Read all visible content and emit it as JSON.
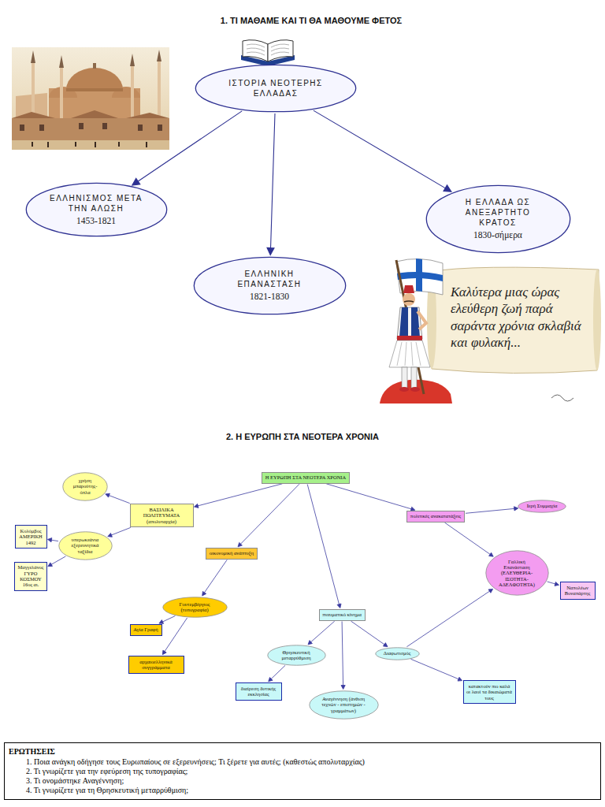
{
  "diagram": {
    "nodes": [
      {
        "text": [
          "ΙΣΤΟΡΙΑ ΝΕΟΤΕΡΗΣ ΕΛΛΑΔΑΣ"
        ]
      },
      {
        "text": [
          "ΕΛΛΗΝΙΣΜΟΣ ΜΕΤΑ ΤΗΝ ΑΛΩΣΗ",
          "1453-1821"
        ]
      },
      {
        "text": [
          "Η ΕΛΛΑΔΑ ΩΣ ΑΝΕΞΑΡΤΗΤΟ ΚΡΑΤΟΣ",
          "1830-σήμερα"
        ]
      },
      {
        "text": [
          "ΕΛΛΗΝΙΚΗ ΕΠΑΝΑΣΤΑΣΗ",
          "1821-1830"
        ]
      },
      {
        "text": [
          "Η ΕΥΡΩΠΗ ΣΤΑ ΝΕΟΤΕΡΑ ΧΡΟΝΙΑ"
        ]
      },
      {
        "text": [
          "χρήση μπαρούτης-όπλα"
        ]
      },
      {
        "text": [
          "ΒΑΣΙΛΙΚΑ ΠΟΛΙΤΕΥΜΑΤΑ (απολυταρχία)"
        ]
      },
      {
        "text": [
          "πολιτικές ανακατατάξεις"
        ]
      },
      {
        "text": [
          "Ιερή Συμμαχία"
        ]
      },
      {
        "text": [
          "Κολόμβος ΑΜΕΡΙΚΗ 1492"
        ]
      },
      {
        "text": [
          "υπερωκεάνια εξερευνητικά ταξίδια"
        ]
      },
      {
        "text": [
          "οικονομική ανάπτυξη"
        ]
      },
      {
        "text": [
          "Γαλλική Επανάσταση (ΕΛΕΥΘΕΡΙΑ-ΙΣΟΤΗΤΑ-ΑΔΕΛΦΟΤΗΤΑ)"
        ]
      },
      {
        "text": [
          "Μαγγελάνος ΓΥΡΟ ΚΟΣΜΟΥ 16ος αι."
        ]
      },
      {
        "text": [
          "Ναπολέων Βοναπάρτης"
        ]
      },
      {
        "text": [
          "Γουτεμβέργιος (τυπογραφία)"
        ]
      },
      {
        "text": [
          "πνευματικό κίνημα"
        ]
      },
      {
        "text": [
          "Αγία Γραφή"
        ]
      },
      {
        "text": [
          "Θρησκευτική μεταρρύθμιση"
        ]
      },
      {
        "text": [
          "Διαφωτισμός"
        ]
      },
      {
        "text": [
          "αρχαιοελληνικά συγγράμματα"
        ]
      },
      {
        "text": [
          "κατακτούν πιο καλά οι λαοί τα δικαιώματά τους"
        ]
      },
      {
        "text": [
          "διαίρεση δυτικής εκκλησίας"
        ]
      },
      {
        "text": [
          "Αναγέννηση (άνθιση τεχνών - επιστημών - γραμμάτων)"
        ]
      },
      {
        "text": [
          "ΕΡΩΤΗΣΕΙΣ",
          "1. Ποια ανάγκη οδήγησε τους Ευρωπαίους σε εξερευνήσεις; Τι ξέρετε για αυτές; (καθεστώς απολυταρχίας)",
          "2. Τι γνωρίζετε για την εφεύρεση της τυπογραφίας;",
          "3. Τι ονομάστηκε Αναγέννηση;",
          "4. Τι γνωρίζετε για τη Θρησκευτική μεταρρύθμιση;"
        ]
      }
    ],
    "edges": [
      {
        "from": 0,
        "to": 1,
        "arrow": "to"
      },
      {
        "from": 0,
        "to": 3,
        "arrow": "to"
      },
      {
        "from": 0,
        "to": 2,
        "arrow": "to"
      },
      {
        "from": 4,
        "to": 6,
        "arrow": "to"
      },
      {
        "from": 4,
        "to": 11,
        "arrow": "to"
      },
      {
        "from": 4,
        "to": 16,
        "arrow": "to"
      },
      {
        "from": 4,
        "to": 7,
        "arrow": "to"
      },
      {
        "from": 6,
        "to": 5,
        "arrow": "to"
      },
      {
        "from": 6,
        "to": 10,
        "arrow": "to"
      },
      {
        "from": 10,
        "to": 9,
        "arrow": "to"
      },
      {
        "from": 10,
        "to": 13,
        "arrow": "to"
      },
      {
        "from": 11,
        "to": 15,
        "arrow": "to"
      },
      {
        "from": 15,
        "to": 17,
        "arrow": "to"
      },
      {
        "from": 15,
        "to": 20,
        "arrow": "to"
      },
      {
        "from": 16,
        "to": 18,
        "arrow": "to"
      },
      {
        "from": 16,
        "to": 23,
        "arrow": "to"
      },
      {
        "from": 16,
        "to": 19,
        "arrow": "to"
      },
      {
        "from": 18,
        "to": 22,
        "arrow": "to"
      },
      {
        "from": 19,
        "to": 12,
        "arrow": "to"
      },
      {
        "from": 19,
        "to": 21,
        "arrow": "to"
      },
      {
        "from": 7,
        "to": 8,
        "arrow": "to"
      },
      {
        "from": 7,
        "to": 12,
        "arrow": "to"
      },
      {
        "from": 12,
        "to": 14,
        "arrow": "to"
      }
    ],
    "labels": [
      "1. ΤΙ ΜΑΘΑΜΕ ΚΑΙ ΤΙ ΘΑ ΜΑΘΟΥΜΕ ΦΕΤΟΣ",
      "2. Η ΕΥΡΩΠΗ ΣΤΑ ΝΕΟΤΕΡΑ ΧΡΟΝΙΑ",
      "Καλύτερα μιας ώρας ελεύθερη ζωή παρά σαράντα χρόνια σκλαβιά και φυλακή..."
    ]
  }
}
